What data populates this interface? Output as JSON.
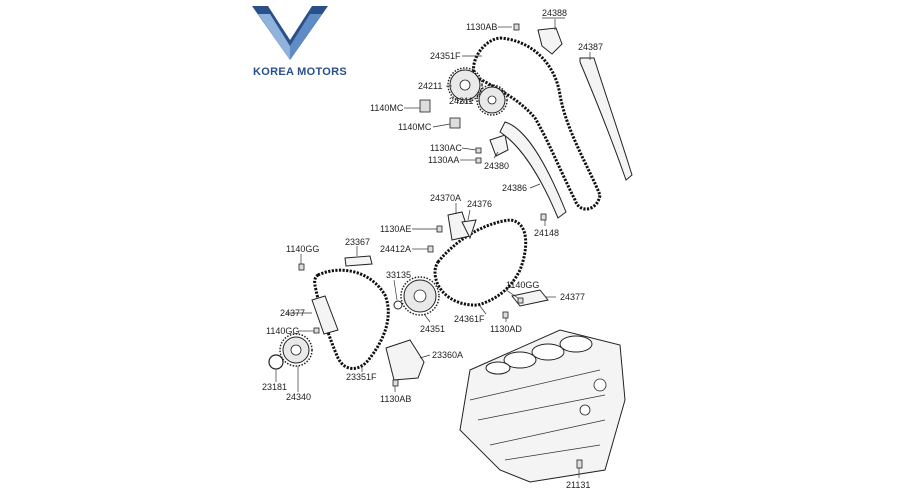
{
  "brand": {
    "name": "KOREA MOTORS",
    "logo_colors": {
      "dark": "#2a4f8a",
      "light": "#8fb3dc"
    }
  },
  "labels": {
    "l_1130AB_top": "1130AB",
    "l_24388": "24388",
    "l_24387": "24387",
    "l_24351F": "24351F",
    "l_24211_a": "24211",
    "l_24211_b": "24211",
    "l_1140MC_a": "1140MC",
    "l_1140MC_b": "1140MC",
    "l_1130AC": "1130AC",
    "l_1130AA": "1130AA",
    "l_24380": "24380",
    "l_24386": "24386",
    "l_24370A": "24370A",
    "l_24376": "24376",
    "l_1130AE": "1130AE",
    "l_24148": "24148",
    "l_24412A": "24412A",
    "l_1140GG_a": "1140GG",
    "l_23367": "23367",
    "l_33135": "33135",
    "l_1140GG_b": "1140GG",
    "l_24377_a": "24377",
    "l_24377_b": "24377",
    "l_24361F": "24361F",
    "l_1130AD": "1130AD",
    "l_24351": "24351",
    "l_1140GG_c": "1140GG",
    "l_23360A": "23360A",
    "l_23181": "23181",
    "l_24340": "24340",
    "l_23351F": "23351F",
    "l_1130AB_bot": "1130AB",
    "l_21131": "21131"
  }
}
